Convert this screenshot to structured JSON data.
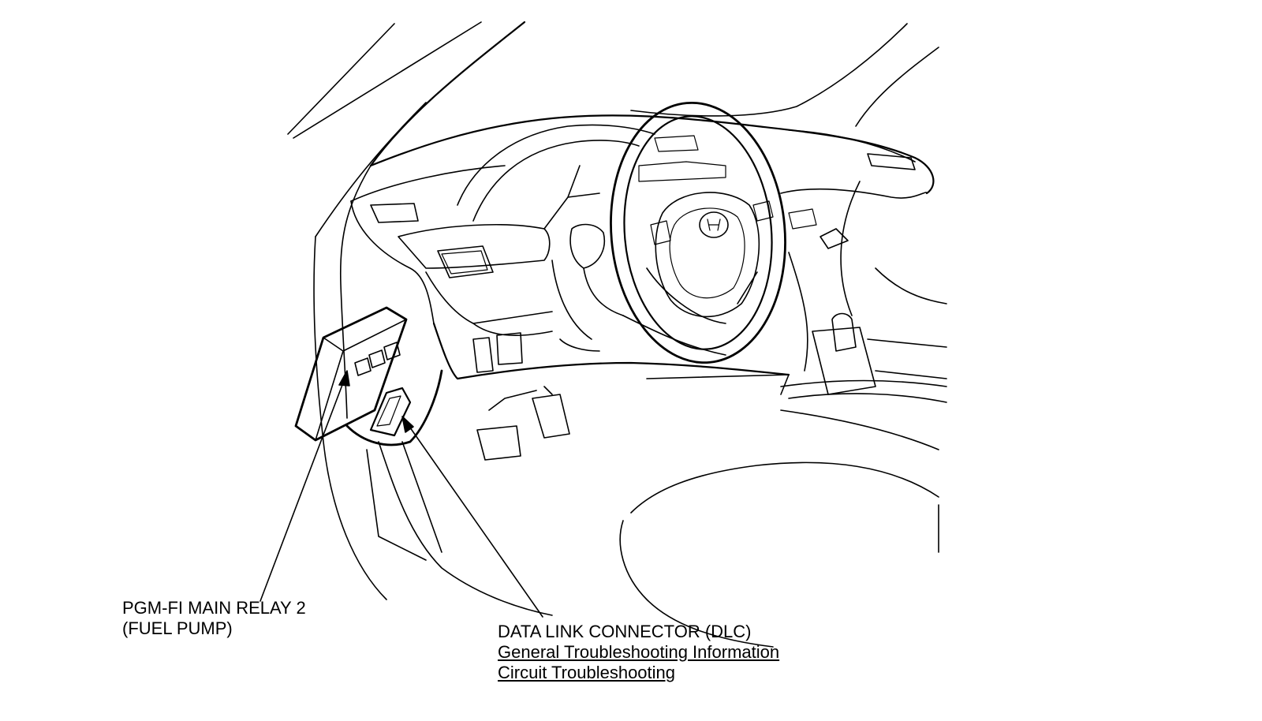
{
  "labels": {
    "relay_line1": "PGM-FI MAIN RELAY 2",
    "relay_line2": "(FUEL PUMP)",
    "dlc_title": "DATA LINK CONNECTOR (DLC)",
    "dlc_link1": "General Troubleshooting Information",
    "dlc_link2": "Circuit Troubleshooting"
  }
}
